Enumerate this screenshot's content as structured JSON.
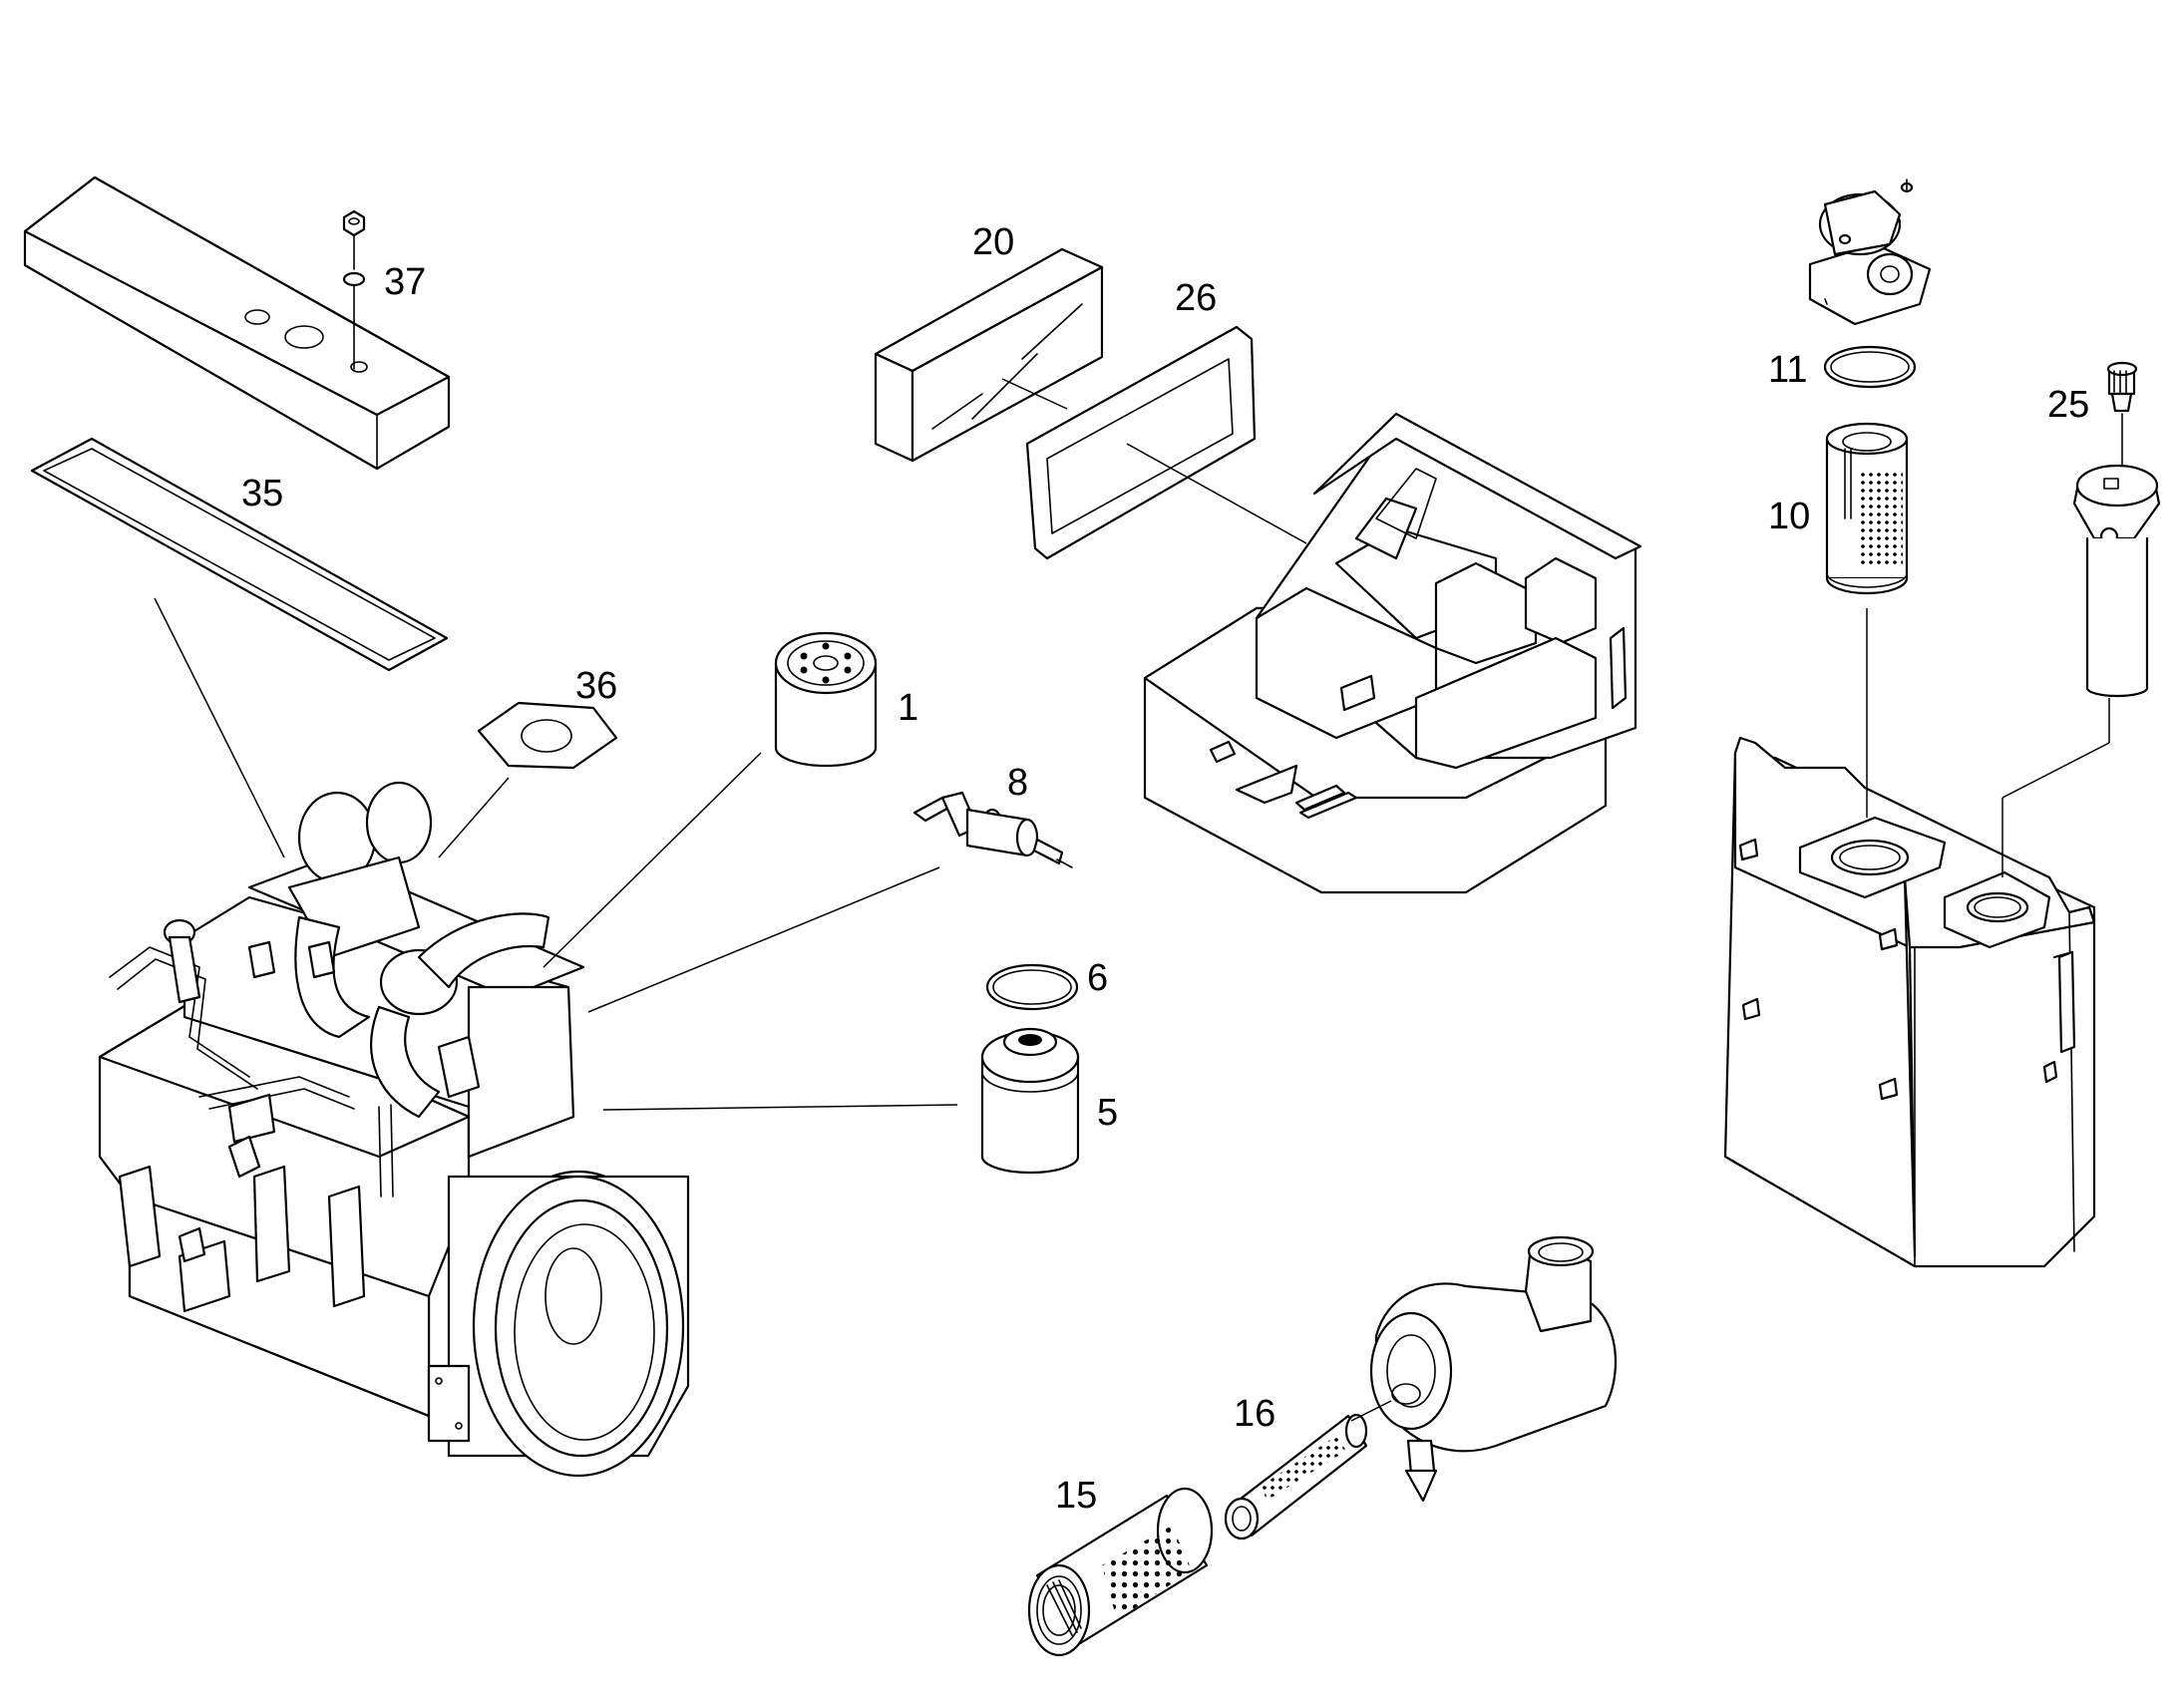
{
  "callouts": {
    "n37": "37",
    "n35": "35",
    "n36": "36",
    "n1": "1",
    "n8": "8",
    "n6": "6",
    "n5": "5",
    "n20": "20",
    "n26": "26",
    "n11": "11",
    "n10": "10",
    "n25": "25",
    "n16": "16",
    "n15": "15"
  },
  "colors": {
    "line": "#000000",
    "background": "#ffffff"
  }
}
